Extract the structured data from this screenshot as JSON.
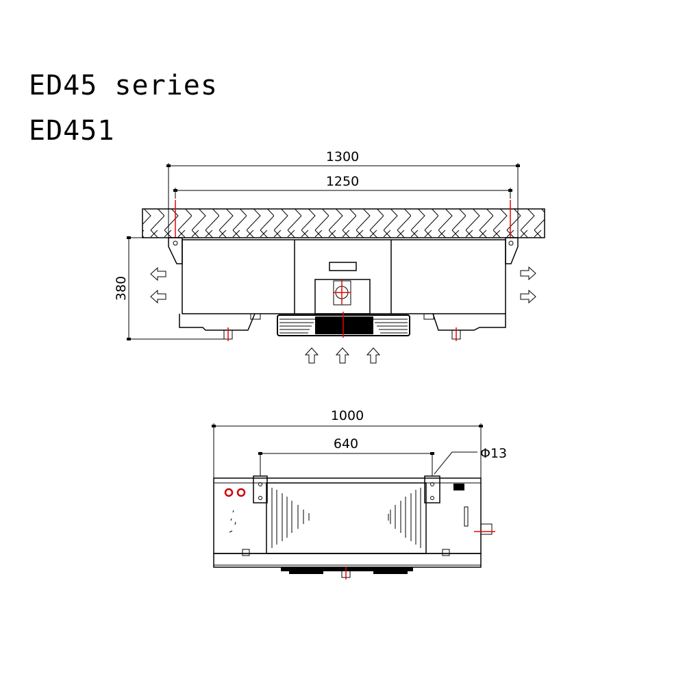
{
  "header": {
    "series_title": "ED45 series",
    "model": "ED451"
  },
  "front_view": {
    "dim_overall_width": "1300",
    "dim_mount_span": "1250",
    "dim_height": "380"
  },
  "top_view": {
    "dim_length": "1000",
    "dim_mount_span": "640",
    "dim_hole_diameter": "Φ13"
  },
  "colors": {
    "centerline": "#e00000",
    "line": "#000000"
  }
}
